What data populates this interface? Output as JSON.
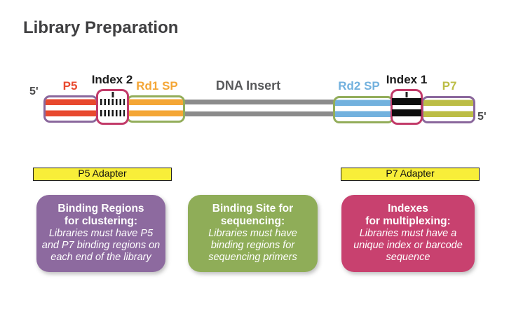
{
  "title": "Library Preparation",
  "colors": {
    "title_text": "#3f3f41",
    "p5_red": "#e8492e",
    "rd1_orange": "#f4a636",
    "rd2_blue": "#72b1de",
    "p7_olive": "#bcbd45",
    "purple_border": "#8a679c",
    "green_border": "#93ad5a",
    "index_pink_border": "#c23a69",
    "strand_gray": "#8b8b8b",
    "adapter_yellow": "#f8ee39",
    "clustering_box": "#8d6a9f",
    "sequencing_box": "#8fad58",
    "multiplexing_box": "#c8416f"
  },
  "diagram": {
    "five_prime_left": "5'",
    "five_prime_right": "5'",
    "dna_insert_label": "DNA Insert",
    "segments": {
      "p5": {
        "label": "P5",
        "label_color": "#e8492e",
        "border_color": "#8a679c",
        "stripe_color": "#e8492e",
        "pattern": "horizontal-stripes"
      },
      "index2": {
        "label": "Index 2",
        "label_color": "#1b1b1b",
        "border_color": "#c23a69",
        "stripe_color": "#161616",
        "pattern": "vertical-dashes"
      },
      "rd1sp": {
        "label": "Rd1 SP",
        "label_color": "#f4a636",
        "border_color": "#93ad5a",
        "stripe_color": "#f4a636",
        "pattern": "horizontal-stripes"
      },
      "rd2sp": {
        "label": "Rd2 SP",
        "label_color": "#72b1de",
        "border_color": "#93ad5a",
        "stripe_color": "#72b1de",
        "pattern": "horizontal-stripes"
      },
      "index1": {
        "label": "Index 1",
        "label_color": "#1b1b1b",
        "border_color": "#c23a69",
        "stripe_color": "#0d0d0d",
        "pattern": "solid-black-bars"
      },
      "p7": {
        "label": "P7",
        "label_color": "#bcbd45",
        "border_color": "#8a679c",
        "stripe_color": "#bcbd45",
        "pattern": "horizontal-stripes"
      }
    }
  },
  "adapters": {
    "p5_label": "P5 Adapter",
    "p7_label": "P7 Adapter"
  },
  "info_boxes": {
    "clustering": {
      "heading": "Binding Regions\nfor clustering:",
      "body": "Libraries must have P5\nand P7 binding regions on\neach end of the library"
    },
    "sequencing": {
      "heading": "Binding Site for\nsequencing:",
      "body": "Libraries must have\nbinding regions for\nsequencing primers"
    },
    "multiplexing": {
      "heading": "Indexes\nfor multiplexing:",
      "body": "Libraries must have a\nunique index or barcode\nsequence"
    }
  }
}
